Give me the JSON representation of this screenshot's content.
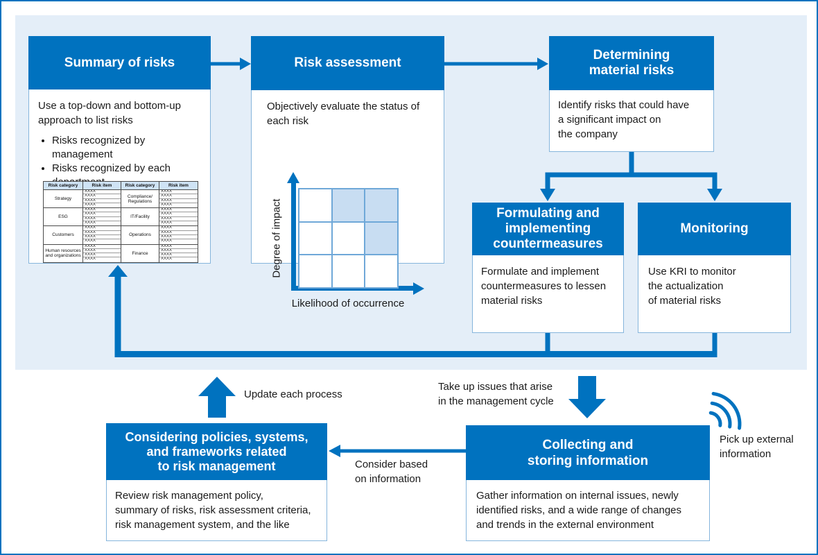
{
  "colors": {
    "primary_blue": "#0072bf",
    "panel_background": "#e4eef8",
    "matrix_highlight": "#c8ddf2",
    "matrix_grid_line": "#6fa8d8",
    "box_border": "#85b5dc",
    "table_header_bg": "#cfe3f5"
  },
  "process": {
    "summary": {
      "title": "Summary of risks",
      "intro": "Use a top-down and bottom-up\napproach to list risks",
      "bullets": [
        "Risks recognized by management",
        "Risks recognized by each\ndepartment"
      ]
    },
    "assessment": {
      "title": "Risk assessment",
      "intro": "Objectively evaluate the status of\neach risk",
      "matrix": {
        "ylabel": "Degree of impact",
        "xlabel": "Likelihood of occurrence",
        "rows": 3,
        "cols": 3,
        "highlighted_cells": [
          [
            0,
            1
          ],
          [
            0,
            2
          ],
          [
            1,
            2
          ]
        ]
      }
    },
    "determining": {
      "title": "Determining\nmaterial risks",
      "body": "Identify risks that could have\na significant impact on\nthe company"
    },
    "formulating": {
      "title": "Formulating and\nimplementing\ncountermeasures",
      "body": "Formulate and implement\ncountermeasures to lessen\nmaterial risks"
    },
    "monitoring": {
      "title": "Monitoring",
      "body": "Use KRI to monitor\nthe actualization\nof material risks"
    },
    "collecting": {
      "title": "Collecting and\nstoring information",
      "body": "Gather information on internal issues, newly\nidentified risks, and a wide range of changes\nand trends in the external environment"
    },
    "considering": {
      "title": "Considering policies, systems,\nand frameworks related\nto risk management",
      "body": "Review risk management policy,\nsummary of risks, risk assessment criteria,\nrisk management system, and the like"
    }
  },
  "risk_table": {
    "headers": [
      "Risk category",
      "Risk item",
      "Risk category",
      "Risk item"
    ],
    "groups": [
      {
        "left_category": "Strategy",
        "left_items": [
          "XXXX",
          "XXXX",
          "XXXX",
          "XXXX"
        ],
        "right_category": "Compliance/\nRegulations",
        "right_items": [
          "XXXX",
          "XXXX",
          "XXXX",
          "XXXX"
        ]
      },
      {
        "left_category": "ESG",
        "left_items": [
          "XXXX",
          "XXXX",
          "XXXX",
          "XXXX"
        ],
        "right_category": "IT/Facility",
        "right_items": [
          "XXXX",
          "XXXX",
          "XXXX",
          "XXXX"
        ]
      },
      {
        "left_category": "Customers",
        "left_items": [
          "XXXX",
          "XXXX",
          "XXXX",
          "XXXX"
        ],
        "right_category": "Operations",
        "right_items": [
          "XXXX",
          "XXXX",
          "XXXX",
          "XXXX"
        ]
      },
      {
        "left_category": "Human resources\nand organizations",
        "left_items": [
          "XXXX",
          "XXXX",
          "XXXX",
          "XXXX"
        ],
        "right_category": "Finance",
        "right_items": [
          "XXXX",
          "XXXX",
          "XXXX",
          "XXXX"
        ]
      }
    ]
  },
  "flow_labels": {
    "update": "Update each process",
    "take_up": "Take up issues that arise\nin the management cycle",
    "consider": "Consider based\non information",
    "pick_up": "Pick up external\ninformation"
  }
}
